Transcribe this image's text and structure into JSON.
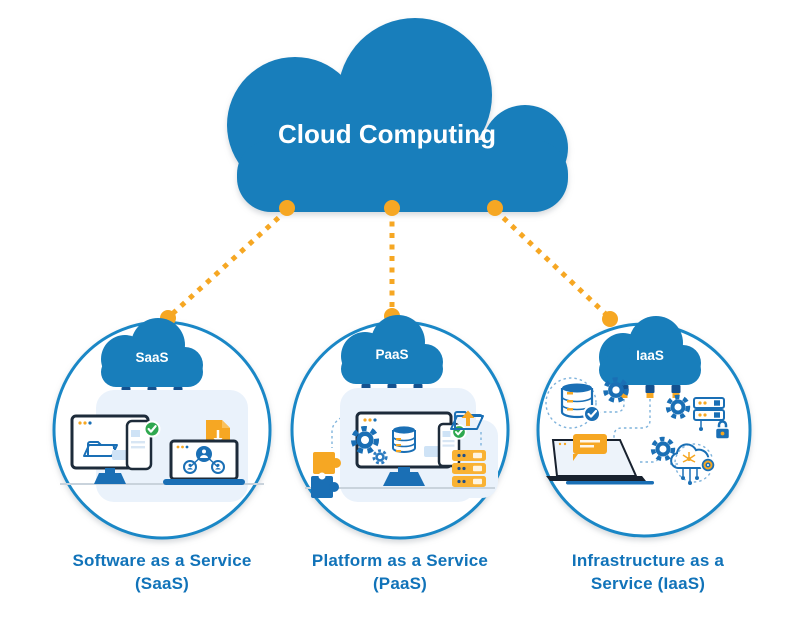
{
  "title": "Cloud Computing",
  "nodes": [
    {
      "id": "saas",
      "cloud_label": "SaaS",
      "caption_line1": "Software as a Service",
      "caption_line2": "(SaaS)",
      "illustration_icons": [
        "desktop-monitor",
        "open-folder",
        "smartphone",
        "check-badge",
        "download-file",
        "laptop",
        "share-network"
      ]
    },
    {
      "id": "paas",
      "cloud_label": "PaaS",
      "caption_line1": "Platform as a Service",
      "caption_line2": "(PaaS)",
      "illustration_icons": [
        "puzzle-pieces",
        "gears",
        "desktop-monitor",
        "database",
        "smartphone",
        "check-badge",
        "upload-folder",
        "server-stack"
      ]
    },
    {
      "id": "iaas",
      "cloud_label": "IaaS",
      "caption_line1": "Infrastructure as a",
      "caption_line2": "Service (IaaS)",
      "illustration_icons": [
        "database",
        "check-badge",
        "gears",
        "server-rack",
        "padlock",
        "laptop",
        "chat-bubble",
        "cloud-network",
        "gear-badge"
      ]
    }
  ],
  "colors": {
    "cloud_blue": "#187EBB",
    "circle_stroke": "#1A87C6",
    "accent_orange": "#F6A723",
    "caption_blue": "#1173B9",
    "icon_blue": "#1A6FB5",
    "icon_blue_light": "#7FB3DC",
    "dark_outline": "#1D2B3A",
    "panel_bg": "#EAF2FB",
    "baseline_gray": "#C9D3DC",
    "check_green": "#2FA84F",
    "server_yellow": "#F9B233",
    "plug_blue": "#14518F"
  }
}
